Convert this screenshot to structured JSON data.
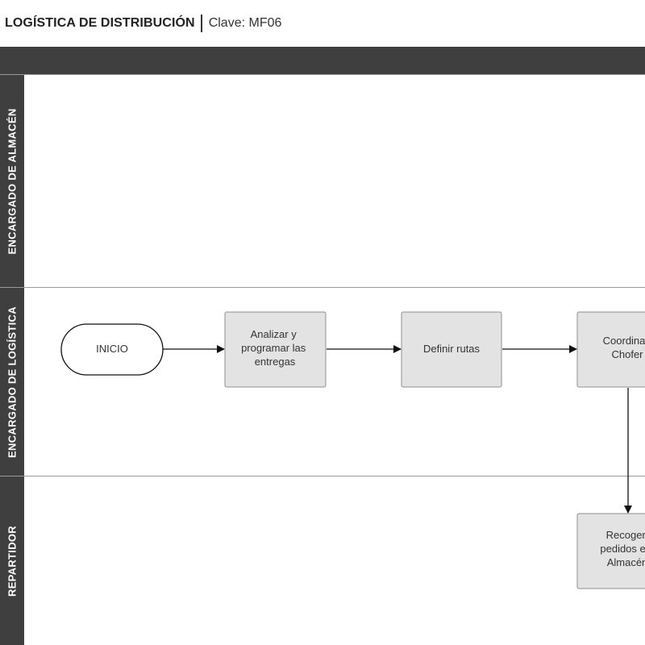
{
  "header": {
    "title": "LOGÍSTICA DE DISTRIBUCIÓN",
    "clave": "Clave: MF06"
  },
  "lanes": [
    {
      "label": "ENCARGADO DE ALMACÉN"
    },
    {
      "label": "ENCARGADO DE LOGÍSTICA"
    },
    {
      "label": "REPARTIDOR"
    }
  ],
  "nodes": {
    "inicio": {
      "lines": [
        "INICIO"
      ]
    },
    "analizar": {
      "lines": [
        "Analizar y",
        "programar las",
        "entregas"
      ]
    },
    "definir": {
      "lines": [
        "Definir rutas"
      ]
    },
    "coordinar": {
      "lines": [
        "Coordinar",
        "Chofer"
      ]
    },
    "recoger": {
      "lines": [
        "Recoger",
        "pedidos en",
        "Almacén"
      ]
    }
  }
}
